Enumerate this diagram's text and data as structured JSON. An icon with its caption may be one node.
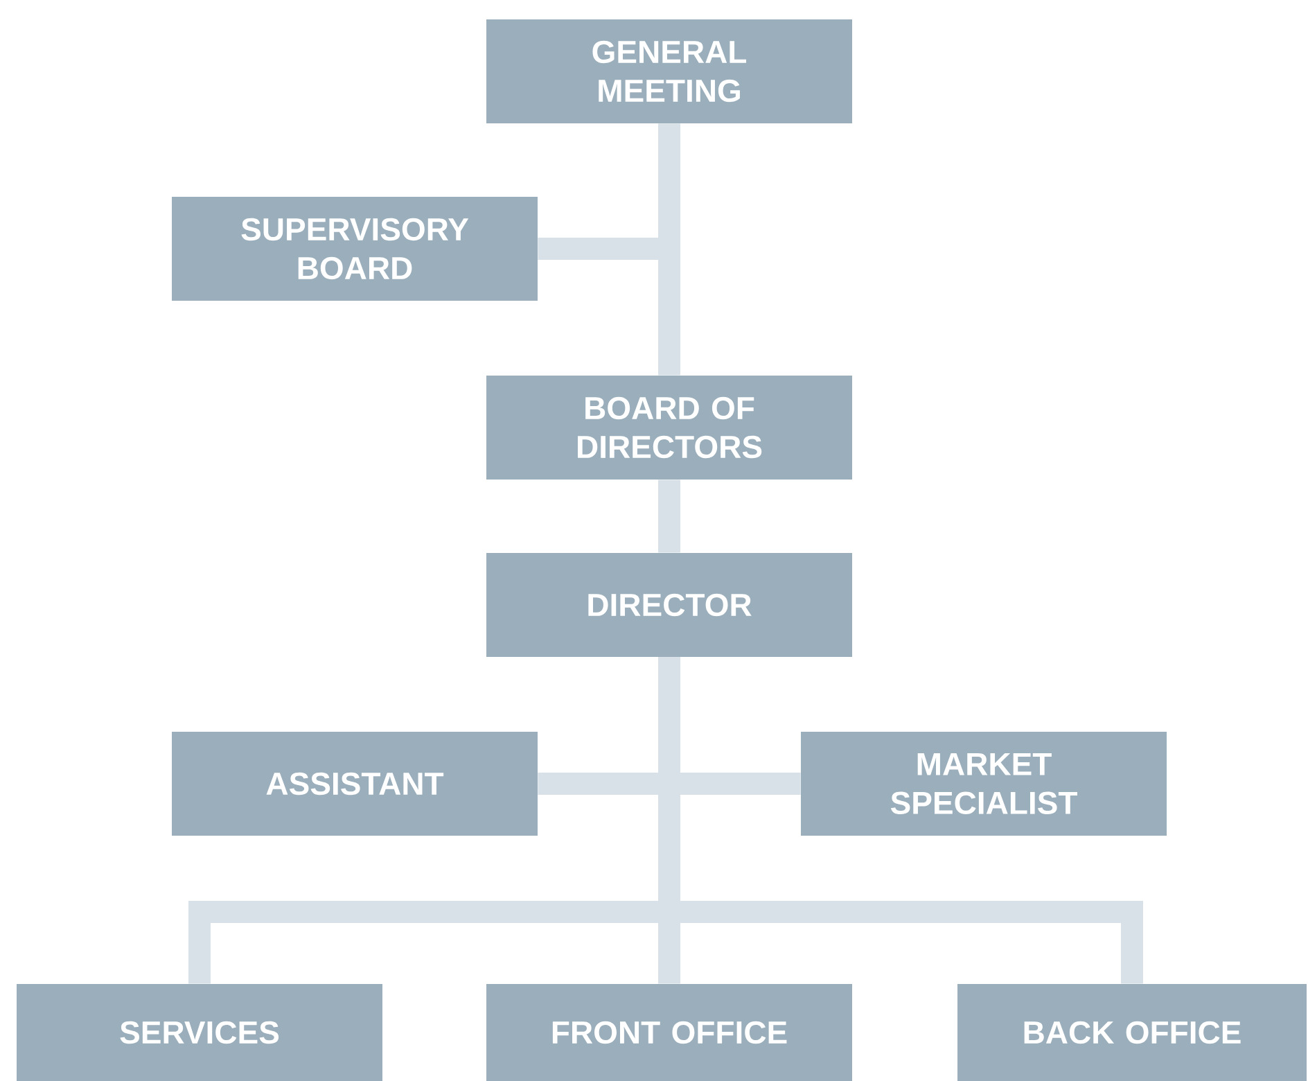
{
  "diagram": {
    "nodes": [
      {
        "text": [
          "GENERAL MEETING"
        ]
      },
      {
        "text": [
          "SUPERVISORY BOARD"
        ]
      },
      {
        "text": [
          "BOARD OF DIRECTORS"
        ]
      },
      {
        "text": [
          "DIRECTOR"
        ]
      },
      {
        "text": [
          "ASSISTANT"
        ]
      },
      {
        "text": [
          "MARKET SPECIALIST"
        ]
      },
      {
        "text": [
          "SERVICES"
        ]
      },
      {
        "text": [
          "FRONT OFFICE"
        ]
      },
      {
        "text": [
          "BACK OFFICE"
        ]
      }
    ],
    "edges": [
      {
        "from": 0,
        "to": 1,
        "arrow": "none"
      },
      {
        "from": 0,
        "to": 2,
        "arrow": "none"
      },
      {
        "from": 2,
        "to": 3,
        "arrow": "none"
      },
      {
        "from": 3,
        "to": 4,
        "arrow": "none"
      },
      {
        "from": 3,
        "to": 5,
        "arrow": "none"
      },
      {
        "from": 3,
        "to": 6,
        "arrow": "none"
      },
      {
        "from": 3,
        "to": 7,
        "arrow": "none"
      },
      {
        "from": 3,
        "to": 8,
        "arrow": "none"
      }
    ]
  }
}
